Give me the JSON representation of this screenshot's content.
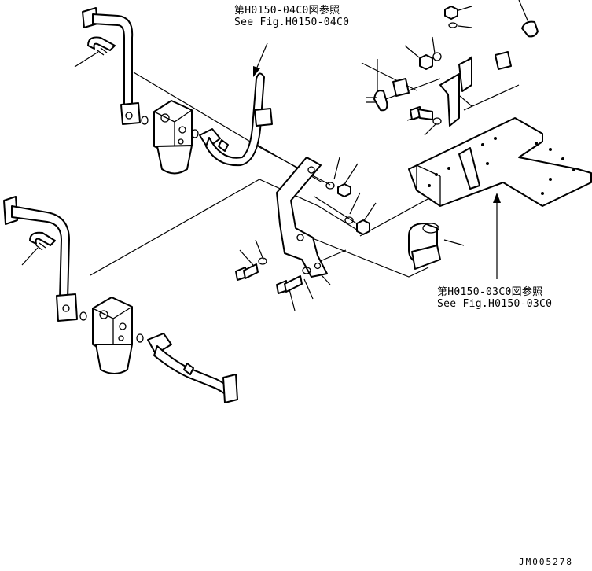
{
  "references": {
    "upper": {
      "line1": "第H0150-04C0図参照",
      "line2": "See Fig.H0150-04C0"
    },
    "lower": {
      "line1": "第H0150-03C0図参照",
      "line2": "See Fig.H0150-03C0"
    }
  },
  "drawing_id": "JM005278"
}
